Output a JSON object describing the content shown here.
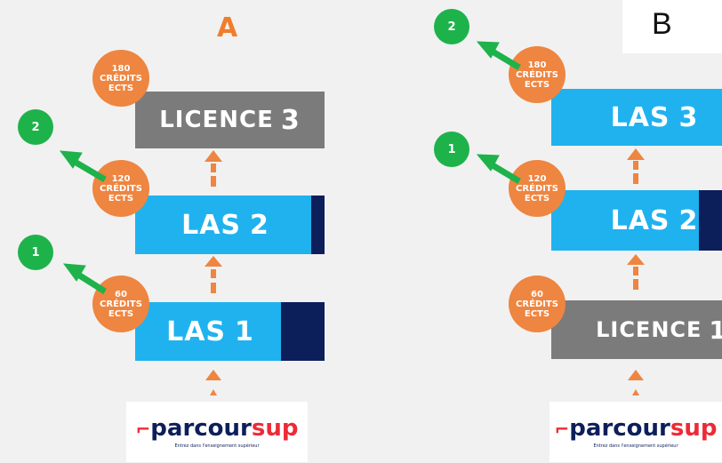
{
  "colors": {
    "orange": "#ee8540",
    "green": "#1eb24b",
    "blue": "#1fb2ef",
    "navy": "#0d1f5a",
    "gray": "#7b7b7b",
    "red": "#ee2a36"
  },
  "panel_a": {
    "title": "A",
    "levels": [
      {
        "label": "LICENCE",
        "num": "3",
        "credits": "180",
        "credits_line2": "CRÉDITS",
        "credits_line3": "ECTS"
      },
      {
        "label": "LAS",
        "num": "2",
        "credits": "120",
        "credits_line2": "CRÉDITS",
        "credits_line3": "ECTS"
      },
      {
        "label": "LAS",
        "num": "1",
        "credits": "60",
        "credits_line2": "CRÉDITS",
        "credits_line3": "ECTS"
      }
    ],
    "badges": [
      "2",
      "1"
    ]
  },
  "panel_b": {
    "title": "B",
    "levels": [
      {
        "label": "LAS",
        "num": "3",
        "credits": "180",
        "credits_line2": "CRÉDITS",
        "credits_line3": "ECTS"
      },
      {
        "label": "LAS",
        "num": "2",
        "credits": "120",
        "credits_line2": "CRÉDITS",
        "credits_line3": "ECTS"
      },
      {
        "label": "LICENCE",
        "num": "1",
        "credits": "60",
        "credits_line2": "CRÉDITS",
        "credits_line3": "ECTS"
      }
    ],
    "badges": [
      "2",
      "1"
    ]
  },
  "logo": {
    "part1": "parcour",
    "part2": "sup",
    "tagline": "Entrez dans l'enseignement supérieur"
  }
}
